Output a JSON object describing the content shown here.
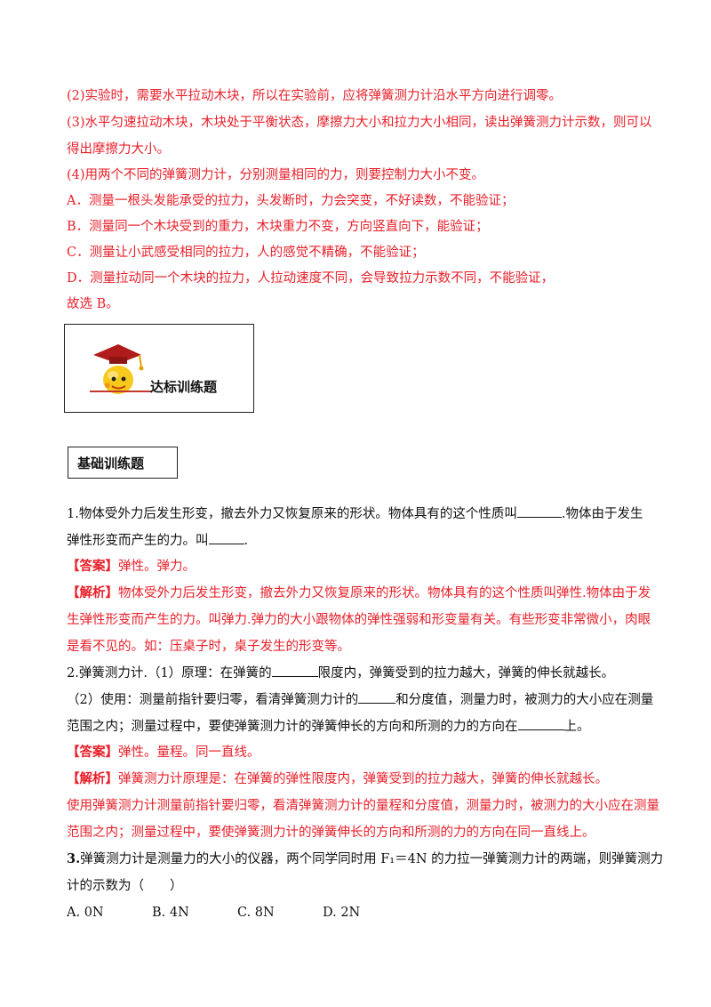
{
  "top_explanation": [
    "(2)实验时，需要水平拉动木块，所以在实验前，应将弹簧测力计沿水平方向进行调零。",
    "(3)水平匀速拉动木块，木块处于平衡状态，摩擦力大小和拉力大小相同，读出弹簧测力计示数，则可以",
    "得出摩擦力大小。",
    "(4)用两个不同的弹簧测力计，分别测量相同的力，则要控制力大小不变。",
    "A．测量一根头发能承受的拉力，头发断时，力会突变，不好读数，不能验证；",
    "B．测量同一个木块受到的重力，木块重力不变，方向竖直向下，能验证；",
    "C．测量让小武感受相同的拉力，人的感觉不精确，不能验证；",
    "D．测量拉动同一个木块的拉力，人拉动速度不同，会导致拉力示数不同，不能验证，",
    "故选 B。"
  ],
  "banner": {
    "title": "达标训练题"
  },
  "section": {
    "title": "基础训练题"
  },
  "q1": {
    "line1_a": "1.物体受外力后发生形变，撤去外力又恢复原来的形状。物体具有的这个性质叫",
    "line1_b": ".物体由于发生",
    "line2_a": "弹性形变而产生的力。叫",
    "line2_b": ".",
    "answer_tag": "【答案】",
    "answer": "弹性。弹力。",
    "analysis_tag": "【解析】",
    "analysis": [
      "物体受外力后发生形变，撤去外力又恢复原来的形状。物体具有的这个性质叫弹性.物体由于发",
      "生弹性形变而产生的力。叫弹力.弹力的大小跟物体的弹性强弱和形变量有关。有些形变非常微小，肉眼",
      "是看不见的。如：压桌子时，桌子发生的形变等。"
    ]
  },
  "q2": {
    "line1_a": "2.弹簧测力计.（1）原理：在弹簧的",
    "line1_b": "限度内，弹簧受到的拉力越大，弹簧的伸长就越长。",
    "line2_a": "（2）使用：测量前指针要归零，看清弹簧测力计的",
    "line2_b": "和分度值，测量力时，被测力的大小应在测量",
    "line3_a": "范围之内；测量过程中，要使弹簧测力计的弹簧伸长的方向和所测的力的方向在",
    "line3_b": "上。",
    "answer_tag": "【答案】",
    "answer": "弹性。量程。同一直线。",
    "analysis_tag": "【解析】",
    "analysis": [
      "弹簧测力计原理是：在弹簧的弹性限度内，弹簧受到的拉力越大，弹簧的伸长就越长。",
      "使用弹簧测力计测量前指针要归零，看清弹簧测力计的量程和分度值，测量力时，被测力的大小应在测量",
      "范围之内；测量过程中，要使弹簧测力计的弹簧伸长的方向和所测的力的方向在同一直线上。"
    ]
  },
  "q3": {
    "number": "3.",
    "line1": "弹簧测力计是测量力的大小的仪器，两个同学同时用 F₁＝4N 的力拉一弹簧测力计的两端，则弹簧测力",
    "line2": "计的示数为（　　）",
    "options": [
      "A. 0N",
      "B. 4N",
      "C. 8N",
      "D. 2N"
    ]
  }
}
